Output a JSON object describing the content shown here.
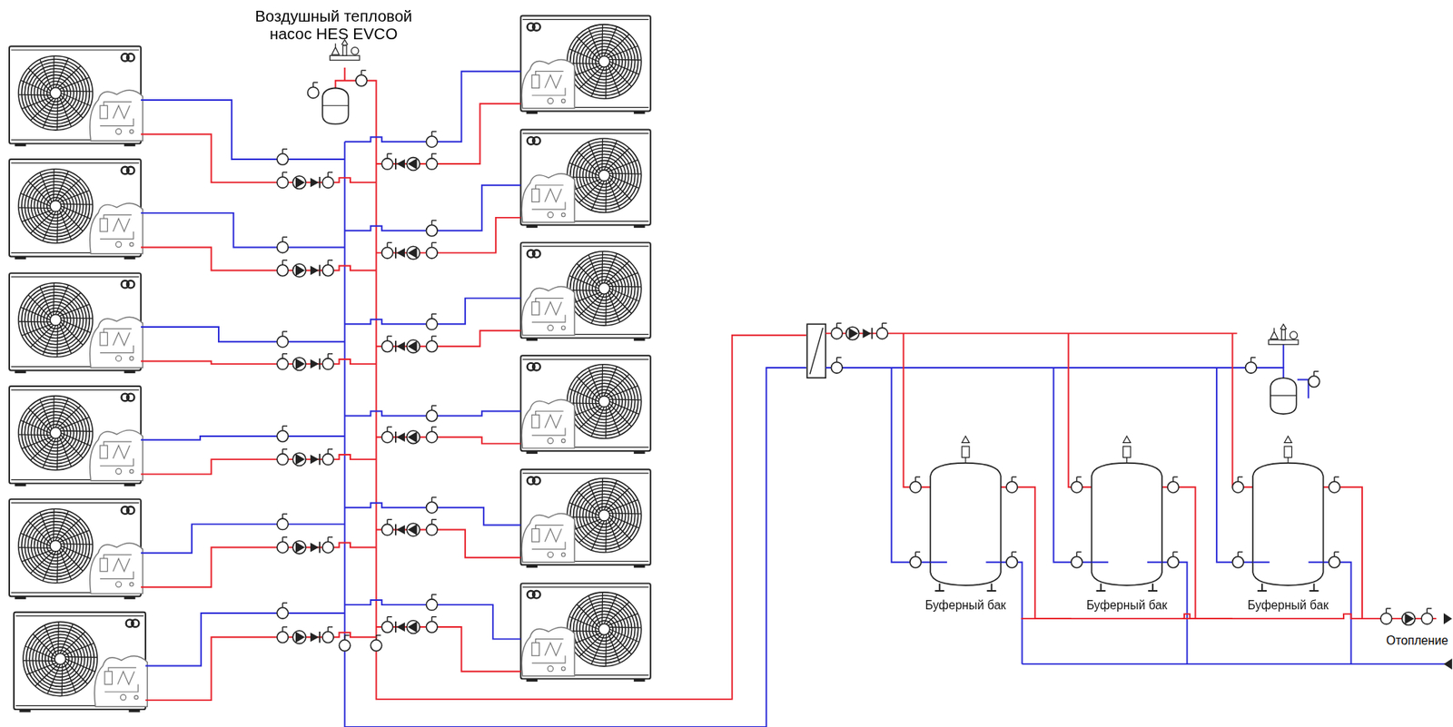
{
  "diagram": {
    "title": "Воздушный тепловой насос HES EVCO",
    "nodes": [
      {
        "text": [
          "Буферный бак"
        ]
      },
      {
        "text": [
          "Буферный бак"
        ]
      },
      {
        "text": [
          "Буферный бак"
        ]
      }
    ],
    "edges": [
      {
        "from": 0,
        "to": 1,
        "arrow": "none"
      },
      {
        "from": 1,
        "to": 2,
        "arrow": "none"
      }
    ],
    "labels": [
      "Отопление"
    ]
  }
}
